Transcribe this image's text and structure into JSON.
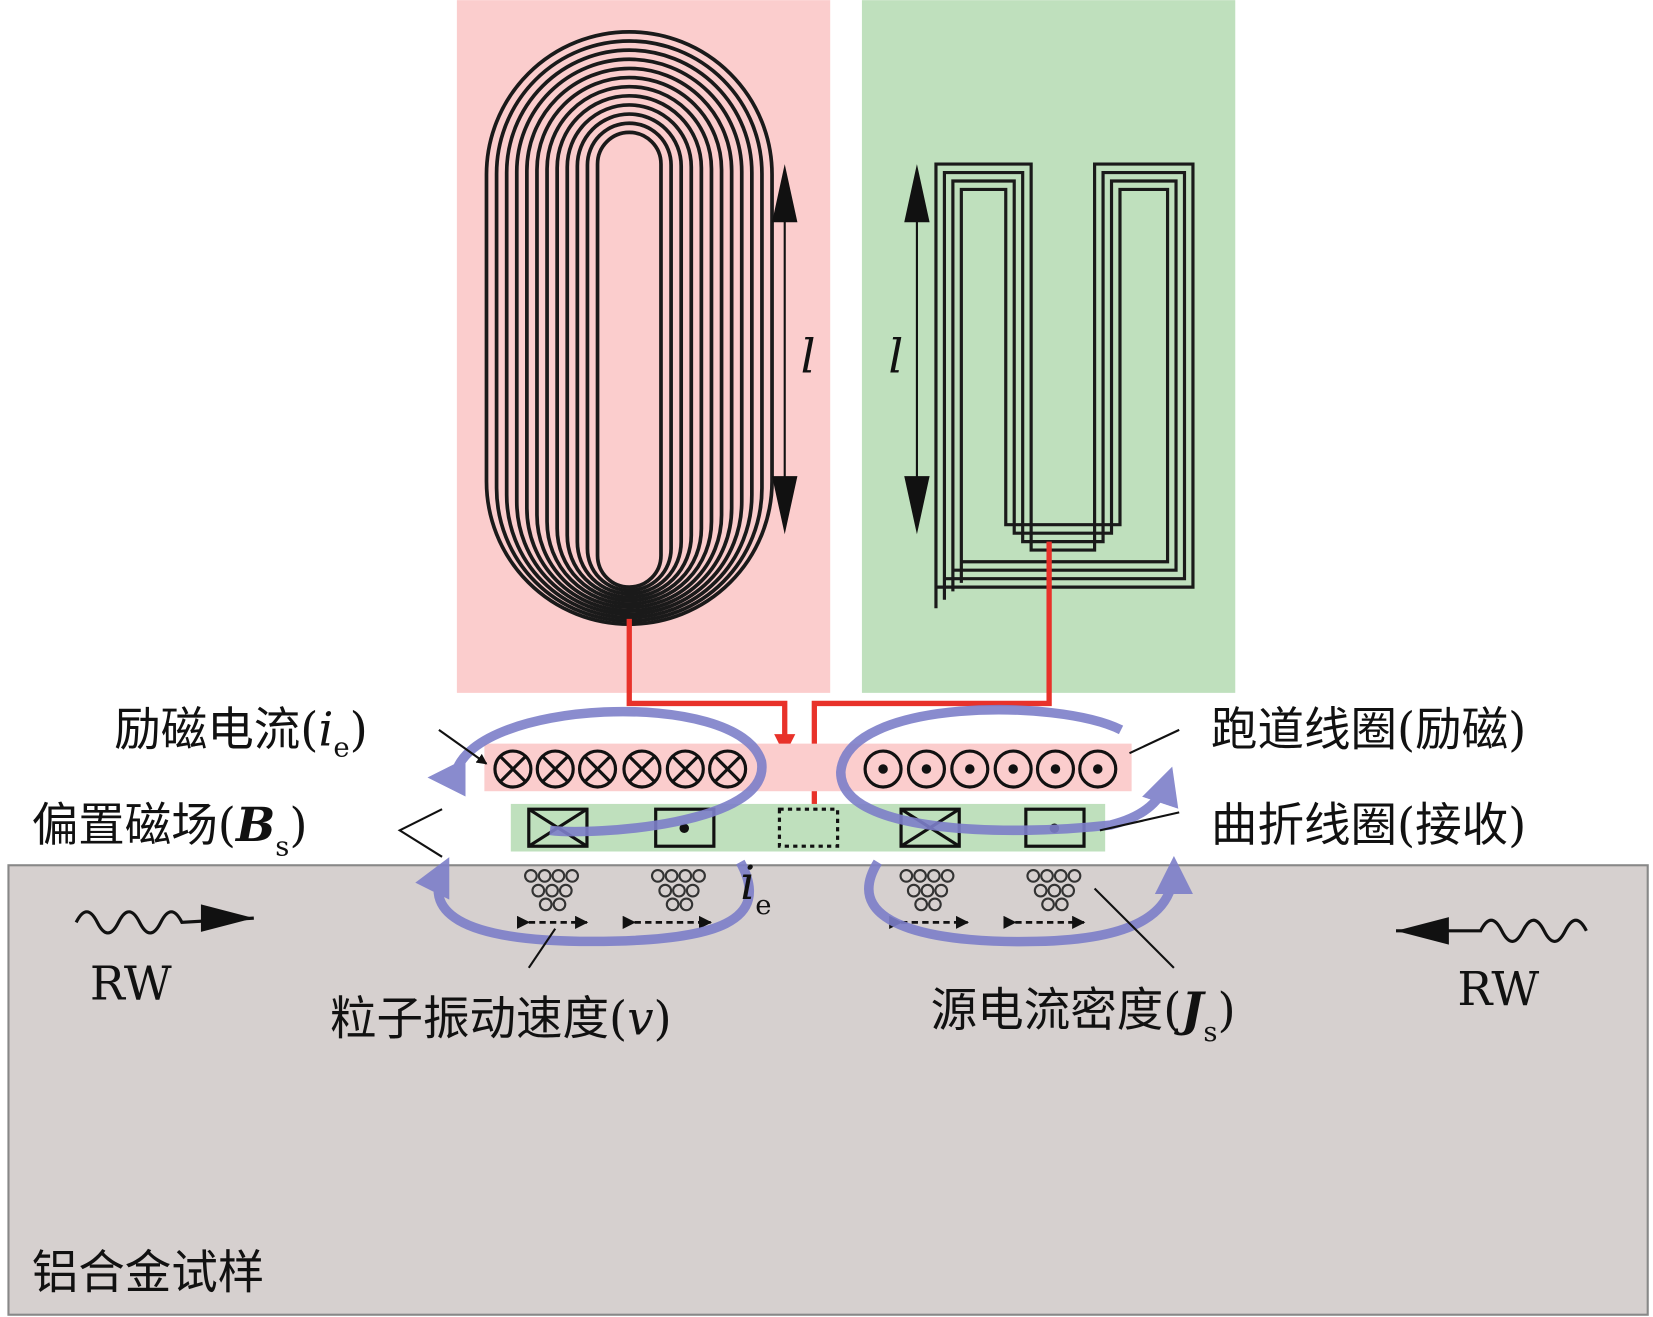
{
  "colors": {
    "excitation_bg": "#fbcdcd",
    "receiver_bg": "#bfe0bd",
    "specimen": "#d6d0cf",
    "red": "#e8322a",
    "flux": "#7d7fc9"
  },
  "labels": {
    "length_left": "l",
    "length_right": "l",
    "excitation_current": {
      "text": "励磁电流(",
      "var": "i",
      "sub": "e",
      "close": ")"
    },
    "bias_field": {
      "text": "偏置磁场(",
      "var": "B",
      "sub": "s",
      "close": ")"
    },
    "racetrack_coil": "跑道线圈(励磁)",
    "meander_coil": "曲折线圈(接收)",
    "eddy_current": {
      "var": "i",
      "sub": "e"
    },
    "particle_velocity": {
      "text": "粒子振动速度(",
      "var": "v",
      "close": ")"
    },
    "source_current_density": {
      "text": "源电流密度(",
      "var": "J",
      "sub": "s",
      "close": ")"
    },
    "rw_left": "RW",
    "rw_right": "RW",
    "specimen": "铝合金试样"
  }
}
